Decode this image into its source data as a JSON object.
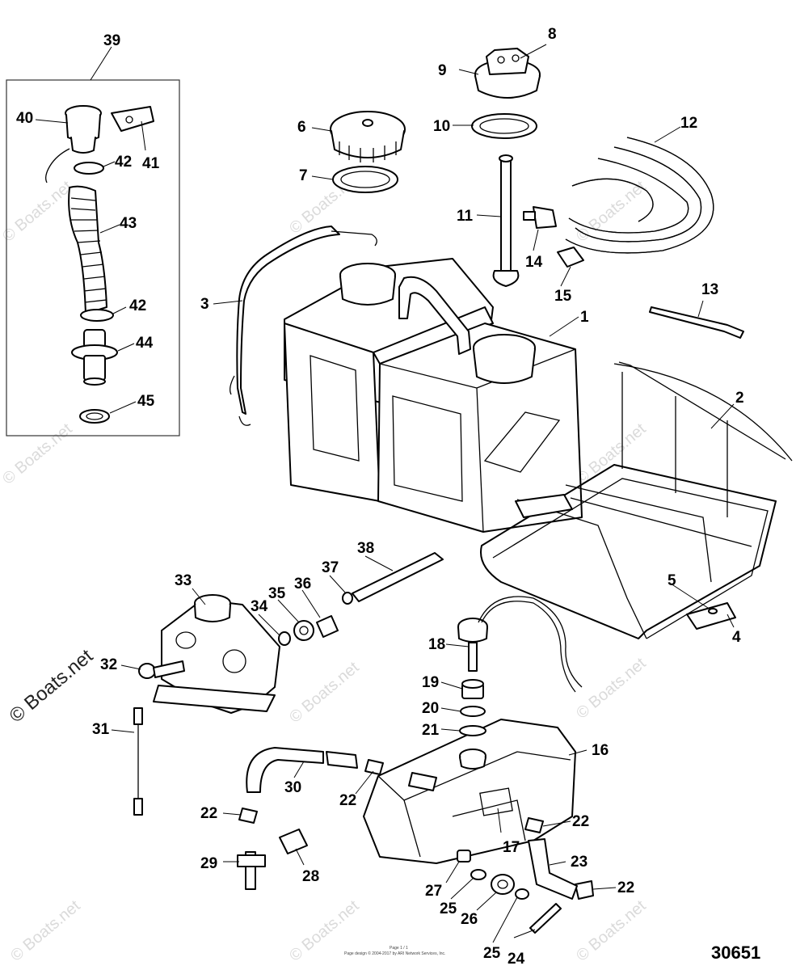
{
  "diagram": {
    "drawing_number": "30651",
    "watermark": "© Boats.net",
    "watermark_short": "Boats.net",
    "copyright_line1": "Page 1 / 1",
    "copyright_line2": "Page design © 2004-2017 by ARI Network Services, Inc.",
    "callouts": {
      "c1": "1",
      "c2": "2",
      "c3": "3",
      "c4": "4",
      "c5": "5",
      "c6": "6",
      "c7": "7",
      "c8": "8",
      "c9": "9",
      "c10": "10",
      "c11": "11",
      "c12": "12",
      "c13": "13",
      "c14": "14",
      "c15": "15",
      "c16": "16",
      "c17": "17",
      "c18": "18",
      "c19": "19",
      "c20": "20",
      "c21": "21",
      "c22a": "22",
      "c22b": "22",
      "c22c": "22",
      "c22d": "22",
      "c23": "23",
      "c24": "24",
      "c25a": "25",
      "c25b": "25",
      "c26": "26",
      "c27": "27",
      "c28": "28",
      "c29": "29",
      "c30": "30",
      "c31": "31",
      "c32": "32",
      "c33": "33",
      "c34": "34",
      "c35": "35",
      "c36": "36",
      "c37": "37",
      "c38": "38",
      "c39": "39",
      "c40": "40",
      "c41": "41",
      "c42a": "42",
      "c42b": "42",
      "c43": "43",
      "c44": "44",
      "c45": "45"
    }
  }
}
